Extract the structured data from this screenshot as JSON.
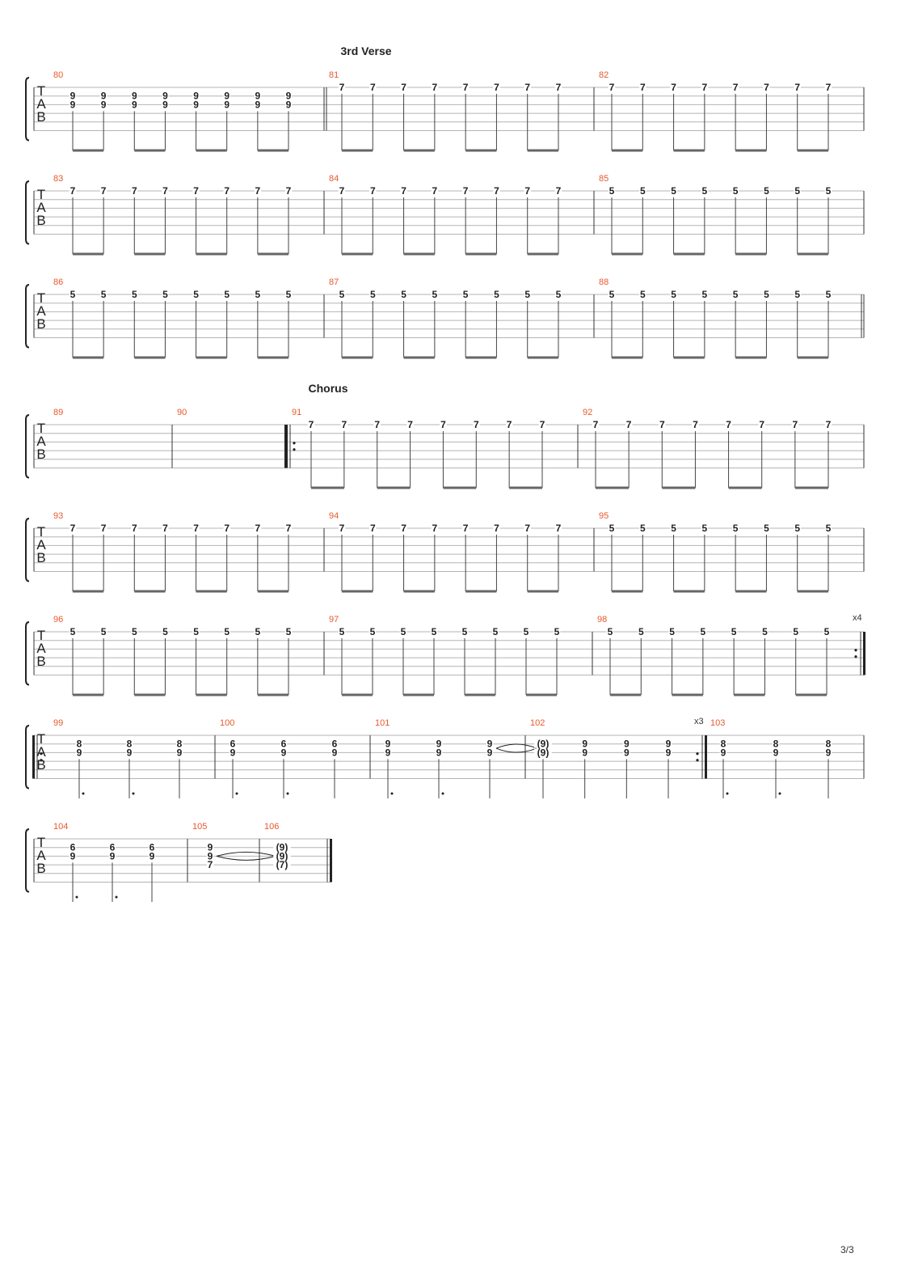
{
  "page": {
    "page_number": "3/3"
  },
  "colors": {
    "measure_number": "#e8592c",
    "staff_line": "#b4b4b4",
    "barline": "#333333",
    "stem": "#444444",
    "beam": "#666666",
    "fret": "#222222"
  },
  "tab_clef": [
    "T",
    "A",
    "B"
  ],
  "sections": [
    {
      "system": 0,
      "label": "3rd Verse"
    },
    {
      "system": 3,
      "label": "Chorus"
    }
  ],
  "systems": [
    {
      "measures": [
        {
          "number": "80",
          "notes": [
            [
              "9",
              "9"
            ],
            [
              "9",
              "9"
            ],
            [
              "9",
              "9"
            ],
            [
              "9",
              "9"
            ],
            [
              "9",
              "9"
            ],
            [
              "9",
              "9"
            ],
            [
              "9",
              "9"
            ],
            [
              "9",
              "9"
            ]
          ],
          "strings": [
            2,
            3
          ],
          "rhythm": "eighths"
        },
        {
          "number": "81",
          "notes": [
            "7",
            "7",
            "7",
            "7",
            "7",
            "7",
            "7",
            "7"
          ],
          "strings": [
            1
          ],
          "rhythm": "eighths",
          "start_bar": "double"
        },
        {
          "number": "82",
          "notes": [
            "7",
            "7",
            "7",
            "7",
            "7",
            "7",
            "7",
            "7"
          ],
          "strings": [
            1
          ],
          "rhythm": "eighths"
        }
      ]
    },
    {
      "measures": [
        {
          "number": "83",
          "notes": [
            "7",
            "7",
            "7",
            "7",
            "7",
            "7",
            "7",
            "7"
          ],
          "strings": [
            1
          ],
          "rhythm": "eighths"
        },
        {
          "number": "84",
          "notes": [
            "7",
            "7",
            "7",
            "7",
            "7",
            "7",
            "7",
            "7"
          ],
          "strings": [
            1
          ],
          "rhythm": "eighths"
        },
        {
          "number": "85",
          "notes": [
            "5",
            "5",
            "5",
            "5",
            "5",
            "5",
            "5",
            "5"
          ],
          "strings": [
            1
          ],
          "rhythm": "eighths"
        }
      ]
    },
    {
      "measures": [
        {
          "number": "86",
          "notes": [
            "5",
            "5",
            "5",
            "5",
            "5",
            "5",
            "5",
            "5"
          ],
          "strings": [
            1
          ],
          "rhythm": "eighths"
        },
        {
          "number": "87",
          "notes": [
            "5",
            "5",
            "5",
            "5",
            "5",
            "5",
            "5",
            "5"
          ],
          "strings": [
            1
          ],
          "rhythm": "eighths"
        },
        {
          "number": "88",
          "notes": [
            "5",
            "5",
            "5",
            "5",
            "5",
            "5",
            "5",
            "5"
          ],
          "strings": [
            1
          ],
          "rhythm": "eighths",
          "end_bar": "double"
        }
      ]
    },
    {
      "measures": [
        {
          "number": "89",
          "notes": [],
          "rhythm": "rest"
        },
        {
          "number": "90",
          "notes": [],
          "rhythm": "rest",
          "end_bar": "thick"
        },
        {
          "number": "91",
          "notes": [
            "7",
            "7",
            "7",
            "7",
            "7",
            "7",
            "7",
            "7"
          ],
          "strings": [
            1
          ],
          "rhythm": "eighths",
          "start_repeat": true
        },
        {
          "number": "92",
          "notes": [
            "7",
            "7",
            "7",
            "7",
            "7",
            "7",
            "7",
            "7"
          ],
          "strings": [
            1
          ],
          "rhythm": "eighths"
        }
      ]
    },
    {
      "measures": [
        {
          "number": "93",
          "notes": [
            "7",
            "7",
            "7",
            "7",
            "7",
            "7",
            "7",
            "7"
          ],
          "strings": [
            1
          ],
          "rhythm": "eighths"
        },
        {
          "number": "94",
          "notes": [
            "7",
            "7",
            "7",
            "7",
            "7",
            "7",
            "7",
            "7"
          ],
          "strings": [
            1
          ],
          "rhythm": "eighths"
        },
        {
          "number": "95",
          "notes": [
            "5",
            "5",
            "5",
            "5",
            "5",
            "5",
            "5",
            "5"
          ],
          "strings": [
            1
          ],
          "rhythm": "eighths"
        }
      ]
    },
    {
      "measures": [
        {
          "number": "96",
          "notes": [
            "5",
            "5",
            "5",
            "5",
            "5",
            "5",
            "5",
            "5"
          ],
          "strings": [
            1
          ],
          "rhythm": "eighths"
        },
        {
          "number": "97",
          "notes": [
            "5",
            "5",
            "5",
            "5",
            "5",
            "5",
            "5",
            "5"
          ],
          "strings": [
            1
          ],
          "rhythm": "eighths"
        },
        {
          "number": "98",
          "notes": [
            "5",
            "5",
            "5",
            "5",
            "5",
            "5",
            "5",
            "5"
          ],
          "strings": [
            1
          ],
          "rhythm": "eighths",
          "end_repeat": "x4"
        }
      ]
    },
    {
      "measures": [
        {
          "number": "99",
          "notes": [
            [
              "8",
              "9"
            ],
            [
              "8",
              "9"
            ],
            [
              "8",
              "9"
            ]
          ],
          "strings": [
            2,
            3
          ],
          "rhythm": "dotted",
          "start_repeat": true
        },
        {
          "number": "100",
          "notes": [
            [
              "6",
              "9"
            ],
            [
              "6",
              "9"
            ],
            [
              "6",
              "9"
            ]
          ],
          "strings": [
            2,
            3
          ],
          "rhythm": "dotted"
        },
        {
          "number": "101",
          "notes": [
            [
              "9",
              "9"
            ],
            [
              "9",
              "9"
            ],
            [
              "9",
              "9"
            ]
          ],
          "strings": [
            2,
            3
          ],
          "rhythm": "dotted",
          "tie_after_last": true
        },
        {
          "number": "102",
          "notes": [
            [
              "(9)",
              "(9)"
            ],
            [
              "9",
              "9"
            ],
            [
              "9",
              "9"
            ],
            [
              "9",
              "9"
            ]
          ],
          "strings": [
            2,
            3
          ],
          "rhythm": "quarters",
          "end_repeat": "x3"
        },
        {
          "number": "103",
          "notes": [
            [
              "8",
              "9"
            ],
            [
              "8",
              "9"
            ],
            [
              "8",
              "9"
            ]
          ],
          "strings": [
            2,
            3
          ],
          "rhythm": "dotted"
        }
      ]
    },
    {
      "measures": [
        {
          "number": "104",
          "notes": [
            [
              "6",
              "9"
            ],
            [
              "6",
              "9"
            ],
            [
              "6",
              "9"
            ]
          ],
          "strings": [
            2,
            3
          ],
          "rhythm": "dotted"
        },
        {
          "number": "105",
          "notes": [
            [
              "9",
              "9",
              "7"
            ]
          ],
          "strings": [
            2,
            3,
            4
          ],
          "rhythm": "whole",
          "tie_after_last": true
        },
        {
          "number": "106",
          "notes": [
            [
              "(9)",
              "(9)",
              "(7)"
            ]
          ],
          "strings": [
            2,
            3,
            4
          ],
          "rhythm": "whole",
          "end_bar": "final"
        }
      ]
    }
  ]
}
